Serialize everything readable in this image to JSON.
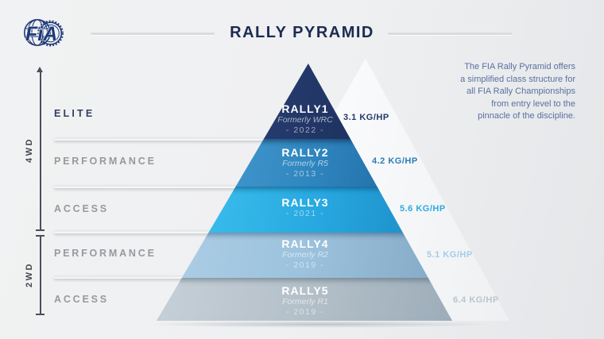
{
  "logo": {
    "text": "FiA"
  },
  "header": {
    "title": "RALLY PYRAMID"
  },
  "description": {
    "lines": [
      "The FIA Rally Pyramid offers",
      "a simplified class structure for",
      "all FIA Rally Championships",
      "from entry level to the",
      "pinnacle of the discipline."
    ]
  },
  "left_axis": {
    "drivetrain_groups": [
      {
        "label": "4WD"
      },
      {
        "label": "2WD"
      }
    ],
    "row_labels": [
      {
        "label": "ELITE"
      },
      {
        "label": "PERFORMANCE"
      },
      {
        "label": "ACCESS"
      },
      {
        "label": "PERFORMANCE"
      },
      {
        "label": "ACCESS"
      }
    ]
  },
  "pyramid": {
    "tiers": [
      {
        "name": "RALLY1",
        "formerly": "Formerly WRC",
        "year": "- 2022 -",
        "power_to_weight": "3.1 KG/HP",
        "color": "#24396b"
      },
      {
        "name": "RALLY2",
        "formerly": "Formerly R5",
        "year": "- 2013 -",
        "power_to_weight": "4.2 KG/HP",
        "color": "#2e84bd"
      },
      {
        "name": "RALLY3",
        "year": "- 2021 -",
        "power_to_weight": "5.6 KG/HP",
        "color": "#27a8e0"
      },
      {
        "name": "RALLY4",
        "formerly": "Formerly R2",
        "year": "- 2019 -",
        "power_to_weight": "5.1 KG/HP",
        "color": "#9cc2dd"
      },
      {
        "name": "RALLY5",
        "formerly": "Formerly R1",
        "year": "- 2019 -",
        "power_to_weight": "6.4 KG/HP",
        "color": "#b4c0c9"
      }
    ]
  },
  "colors": {
    "title": "#1d2b52",
    "ratio_labels": [
      "#23386b",
      "#2d7cb7",
      "#29abe2",
      "#a6cbe8",
      "#bac5cd"
    ]
  }
}
